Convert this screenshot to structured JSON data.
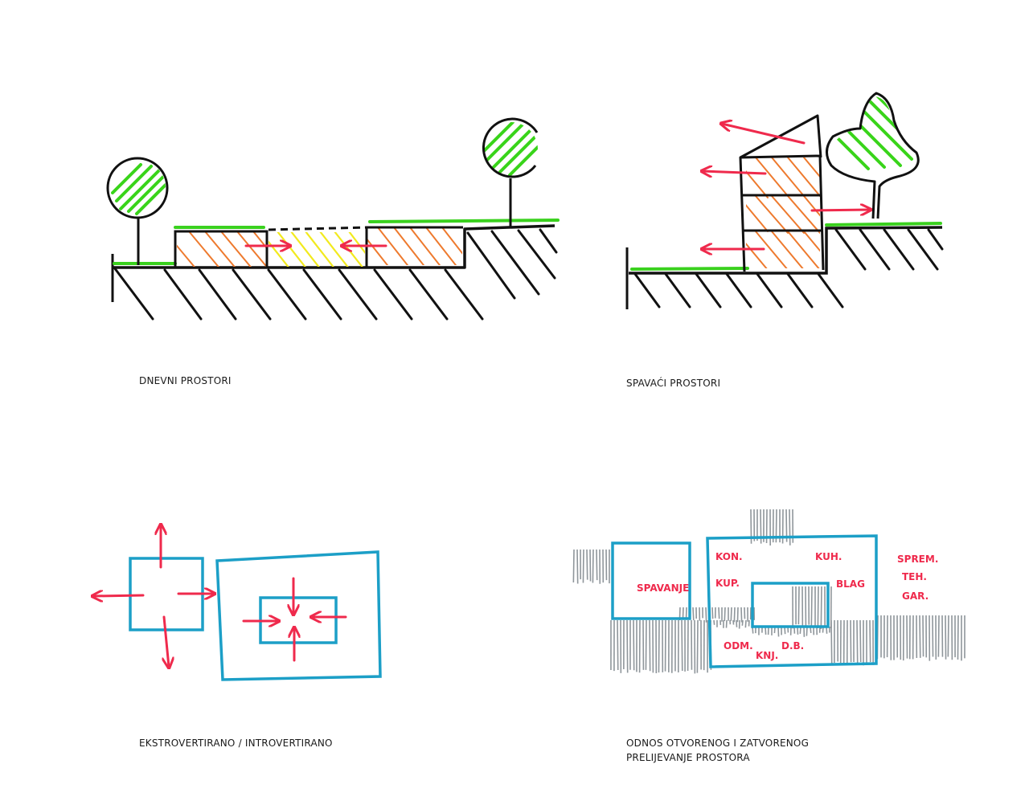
{
  "colors": {
    "ink": "#111111",
    "grass": "#3ad11e",
    "tree": "#39d41a",
    "orange": "#ee7a2e",
    "yellow": "#f2ea1e",
    "arrow": "#ef2a4c",
    "plan": "#1c9fc7",
    "label_red": "#ef2a4c",
    "hatch_gray": "#8f969b"
  },
  "captions": {
    "top_left": "DNEVNI PROSTORI",
    "top_right": "SPAVAĆI PROSTORI",
    "bottom_left": "EKSTROVERTIRANO / INTROVERTIRANO",
    "bottom_right_line1": "ODNOS OTVORENOG I ZATVORENOG",
    "bottom_right_line2": "PRELIJEVANJE PROSTORA"
  },
  "plan_labels": {
    "spavanje": "SPAVANJE",
    "kon": "KON.",
    "kup": "KUP.",
    "kuh": "KUH.",
    "blag": "BLAG",
    "sprem": "SPREM.",
    "teh": "TEH.",
    "gar": "GAR.",
    "odm": "ODM.",
    "knj": "KNJ.",
    "db": "D.B."
  }
}
